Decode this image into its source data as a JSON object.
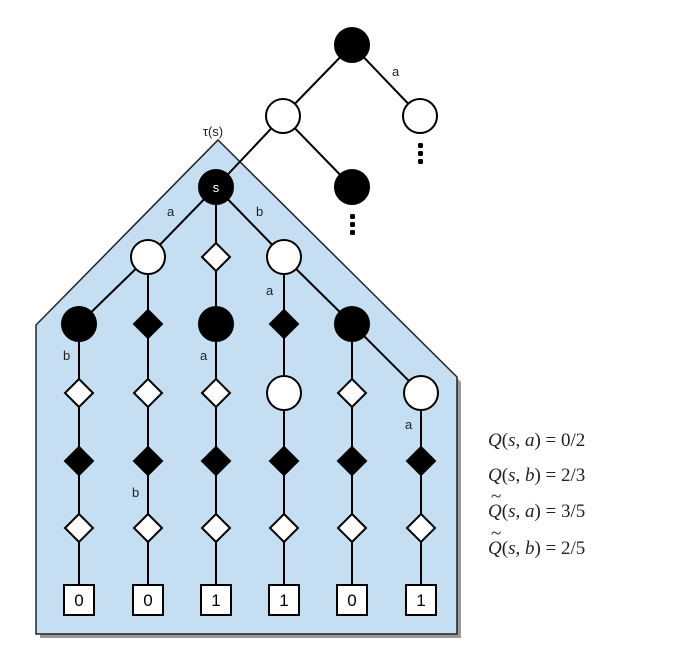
{
  "labels": {
    "tau": "τ(s)",
    "root_node": "s",
    "edge_a_top": "a",
    "edge_a_left": "a",
    "edge_b_right": "b",
    "edge_a_sub": "a",
    "edge_b_col1": "b",
    "edge_a_col3": "a",
    "edge_b_col2": "b",
    "edge_a_col6": "a"
  },
  "leaves": [
    "0",
    "0",
    "1",
    "1",
    "0",
    "1"
  ],
  "equations": [
    {
      "name": "q-s-a",
      "prefix": "Q(",
      "var1": "s",
      "sep": ", ",
      "var2": "a",
      "rhs": ") = 0/2",
      "tilde": false
    },
    {
      "name": "q-s-b",
      "prefix": "Q(",
      "var1": "s",
      "sep": ", ",
      "var2": "b",
      "rhs": ") = 2/3",
      "tilde": false
    },
    {
      "name": "q-tilde-s-a",
      "prefix": "Q(",
      "var1": "s",
      "sep": ", ",
      "var2": "a",
      "rhs": ") = 3/5",
      "tilde": true
    },
    {
      "name": "q-tilde-s-b",
      "prefix": "Q(",
      "var1": "s",
      "sep": ", ",
      "var2": "b",
      "rhs": ") = 2/5",
      "tilde": true
    }
  ],
  "colors": {
    "region_fill": "#c5def2",
    "region_stroke": "#222222",
    "node_black": "#000000",
    "node_white": "#ffffff"
  }
}
